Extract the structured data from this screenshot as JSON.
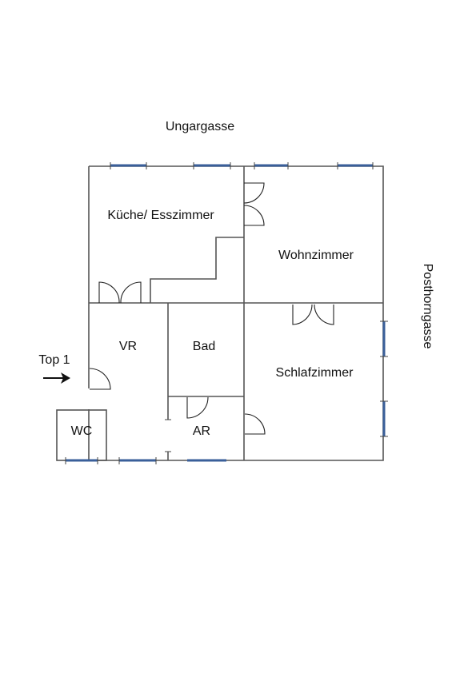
{
  "streets": {
    "top": "Ungargasse",
    "right": "Posthorngasse"
  },
  "entrance": {
    "label": "Top 1"
  },
  "rooms": {
    "kitchen": "Küche/ Esszimmer",
    "living": "Wohnzimmer",
    "hall": "VR",
    "bath": "Bad",
    "bedroom": "Schlafzimmer",
    "storage": "AR",
    "wc": "WC"
  },
  "colors": {
    "wall": "#555555",
    "window": "#3a5f9a",
    "text": "#111111"
  }
}
